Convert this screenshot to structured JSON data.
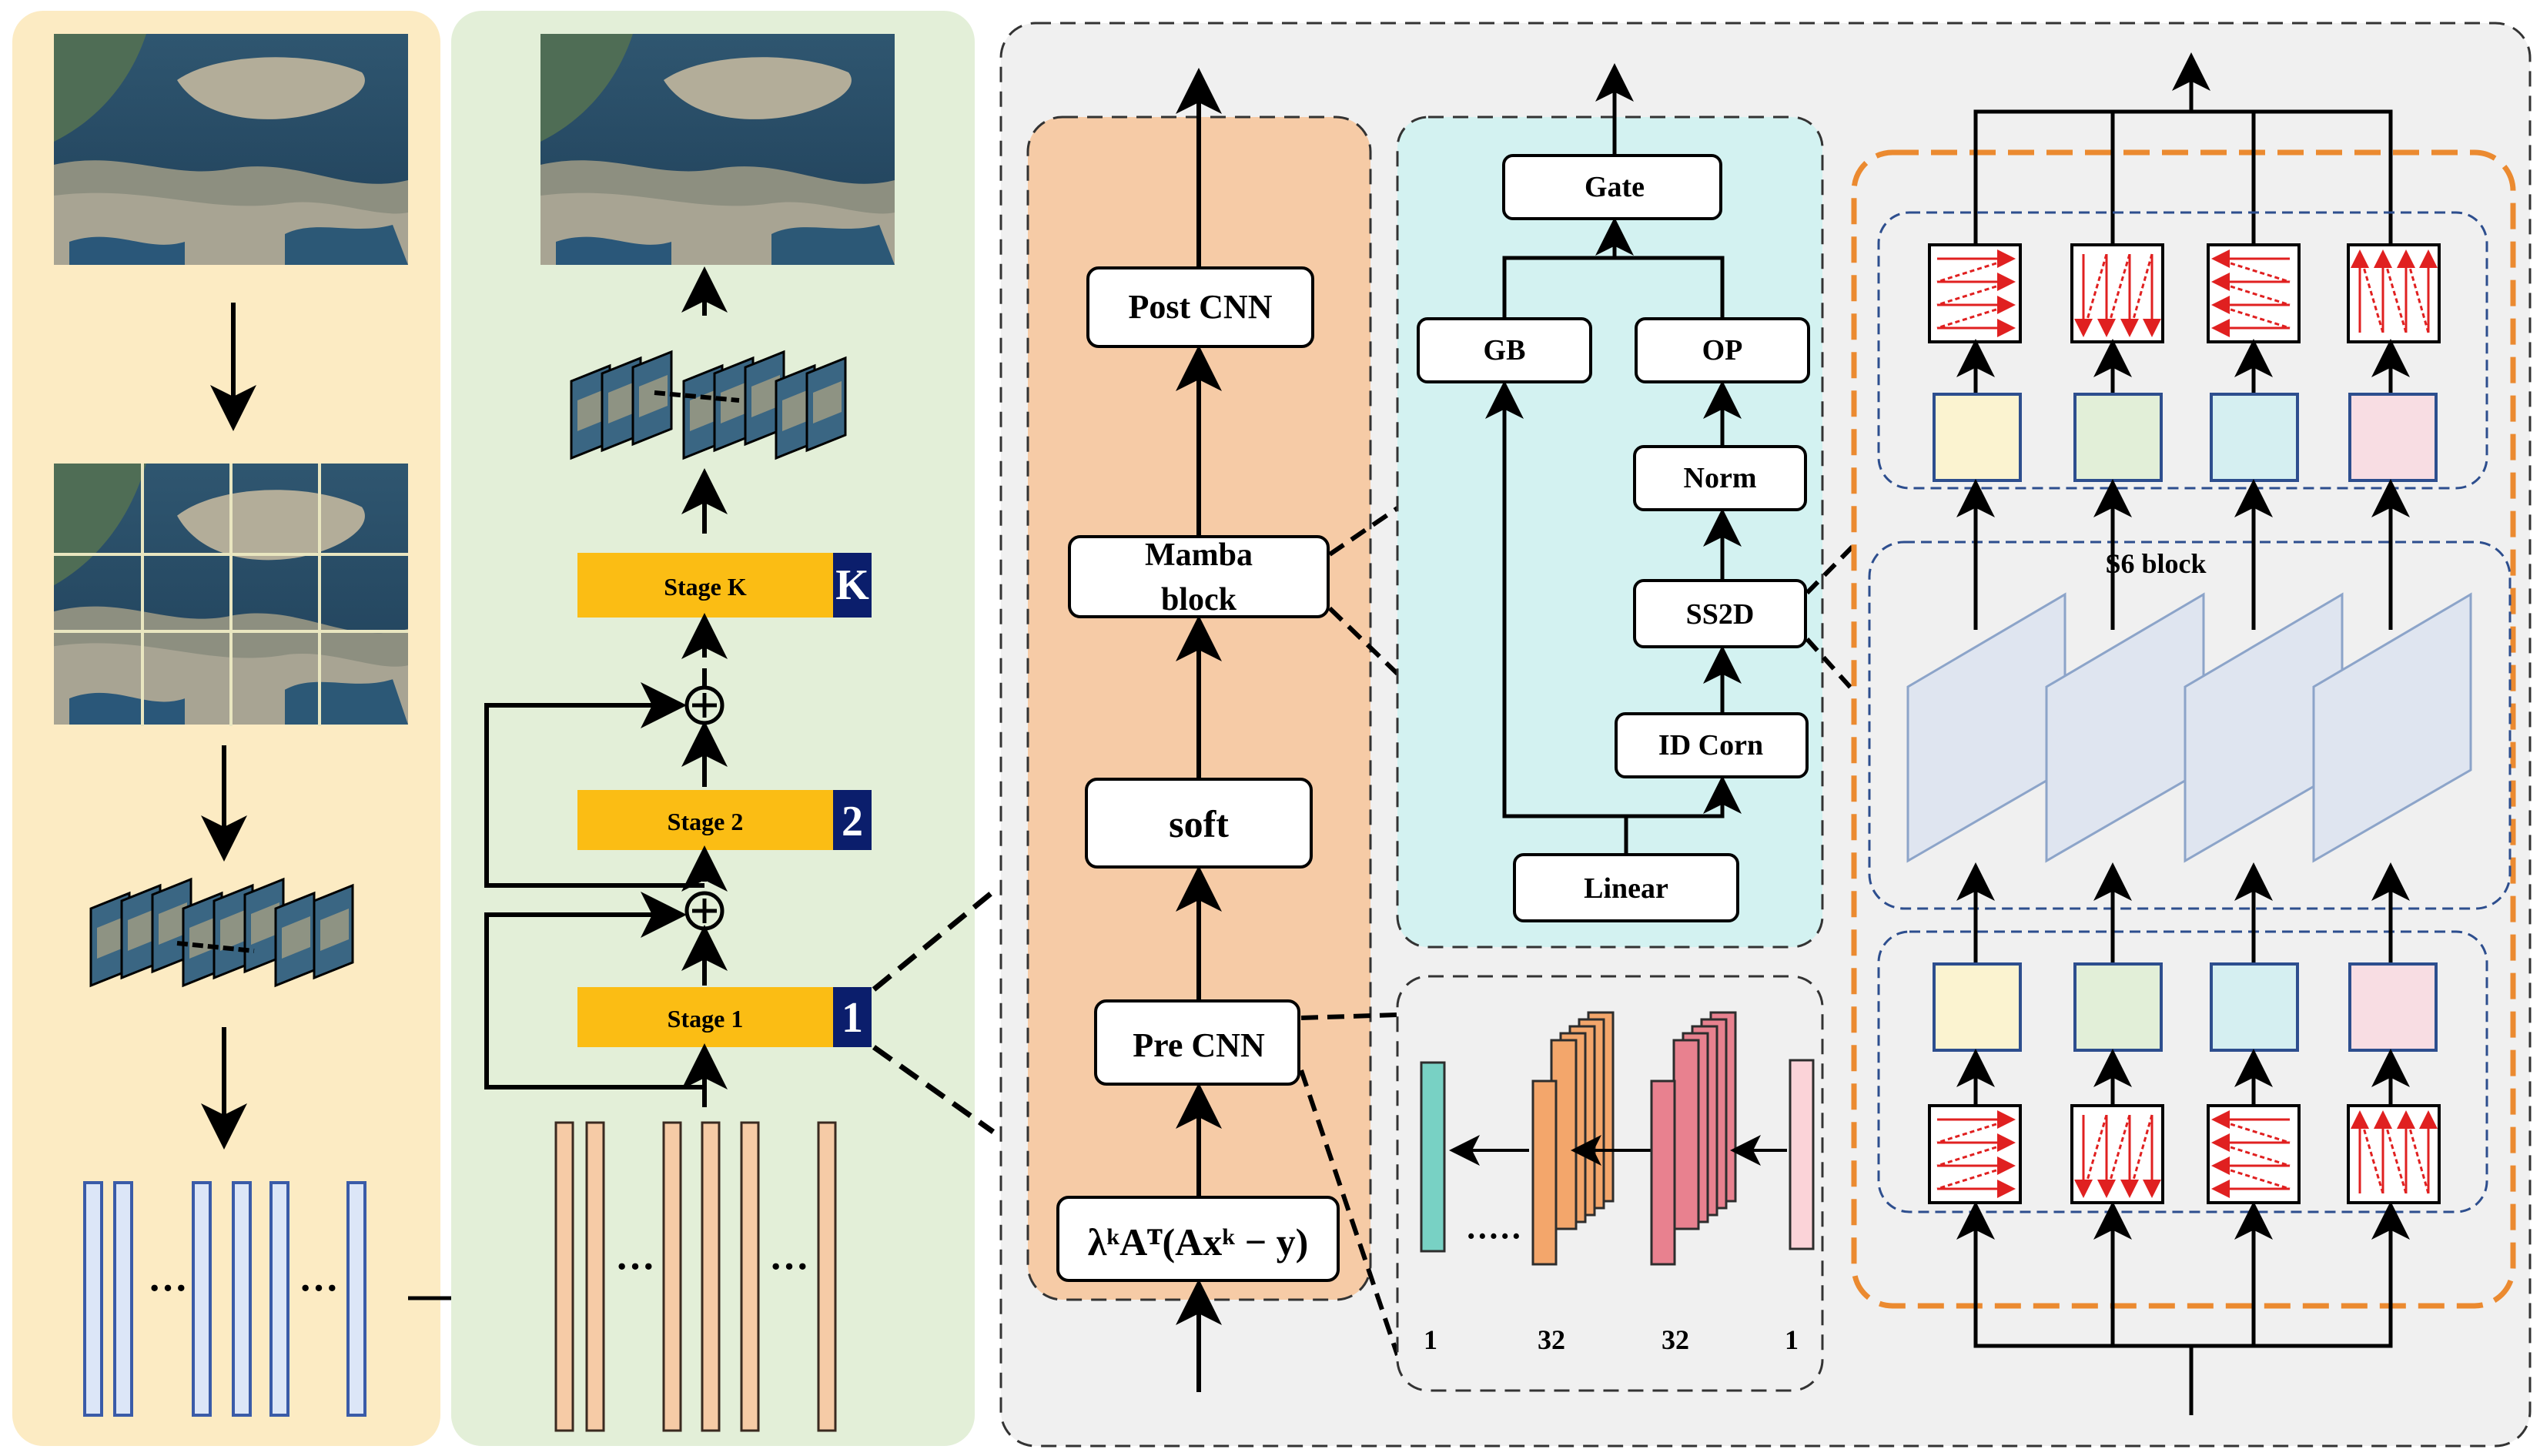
{
  "panel3": {
    "post_cnn": "Post CNN",
    "mamba_block_line1": "Mamba",
    "mamba_block_line2": "block",
    "soft": "soft",
    "pre_cnn": "Pre CNN",
    "formula": "λᵏAᵀ(Axᵏ − y)"
  },
  "panel2": {
    "stage_k": "Stage K",
    "stage_k_badge": "K",
    "stage_2": "Stage 2",
    "stage_2_badge": "2",
    "stage_1": "Stage 1",
    "stage_1_badge": "1"
  },
  "panel1": {
    "dots": "···"
  },
  "mamba_detail": {
    "gate": "Gate",
    "gb": "GB",
    "op": "OP",
    "norm": "Norm",
    "ss2d": "SS2D",
    "id_corn": "ID Corn",
    "linear": "Linear"
  },
  "cnn_detail": {
    "channels": [
      "1",
      "32",
      "32",
      "1"
    ],
    "dots": "·····"
  },
  "ss2d_detail": {
    "s6_block": "S6 block"
  },
  "colors": {
    "panel1_bg": "#fcebc3",
    "panel2_bg": "#e3efd8",
    "panel3_bg": "#f0f0f0",
    "orange_panel": "#f6cba6",
    "cyan_panel": "#d3f2f1",
    "stage_bar": "#fbbd14",
    "badge": "#0b1e6c",
    "orange_dashed": "#eb8a30",
    "blue_dashed": "#2d4e8e"
  }
}
